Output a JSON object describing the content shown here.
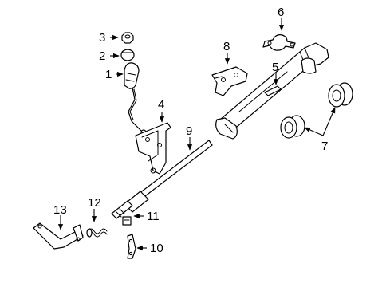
{
  "callouts": {
    "c1": "1",
    "c2": "2",
    "c3": "3",
    "c4": "4",
    "c5": "5",
    "c6": "6",
    "c7": "7",
    "c8": "8",
    "c9": "9",
    "c10": "10",
    "c11": "11",
    "c12": "12",
    "c13": "13"
  },
  "colors": {
    "ink": "#000000",
    "paper": "#ffffff"
  }
}
